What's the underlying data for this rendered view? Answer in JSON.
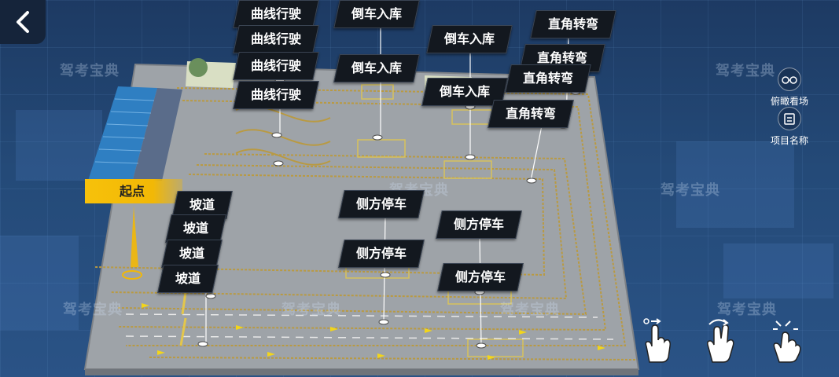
{
  "nav": {
    "back_icon": "chevron-left-icon"
  },
  "start_label": "起点",
  "watermark": "驾考宝典",
  "course_labels": {
    "curve": [
      "曲线行驶",
      "曲线行驶",
      "曲线行驶",
      "曲线行驶"
    ],
    "reverse_parking": [
      "倒车入库",
      "倒车入库",
      "倒车入库",
      "倒车入库"
    ],
    "right_angle_turn": [
      "直角转弯",
      "直角转弯",
      "直角转弯",
      "直角转弯"
    ],
    "slope": [
      "坡道",
      "坡道",
      "坡道",
      "坡道"
    ],
    "parallel_parking": [
      "侧方停车",
      "侧方停车",
      "侧方停车",
      "侧方停车"
    ]
  },
  "right_panel": {
    "birds_eye": {
      "label": "俯瞰看场",
      "icon": "glasses-icon"
    },
    "project_names": {
      "label": "项目名称",
      "icon": "document-icon"
    }
  },
  "gestures": [
    {
      "name": "drag-gesture",
      "icon": "hand-drag-icon"
    },
    {
      "name": "rotate-gesture",
      "icon": "hand-rotate-icon"
    },
    {
      "name": "pinch-gesture",
      "icon": "hand-pinch-icon"
    }
  ],
  "colors": {
    "accent_yellow": "#f2b806",
    "label_bg": "#13181f",
    "ground": "#9ea3a8",
    "background": "#244a78"
  }
}
